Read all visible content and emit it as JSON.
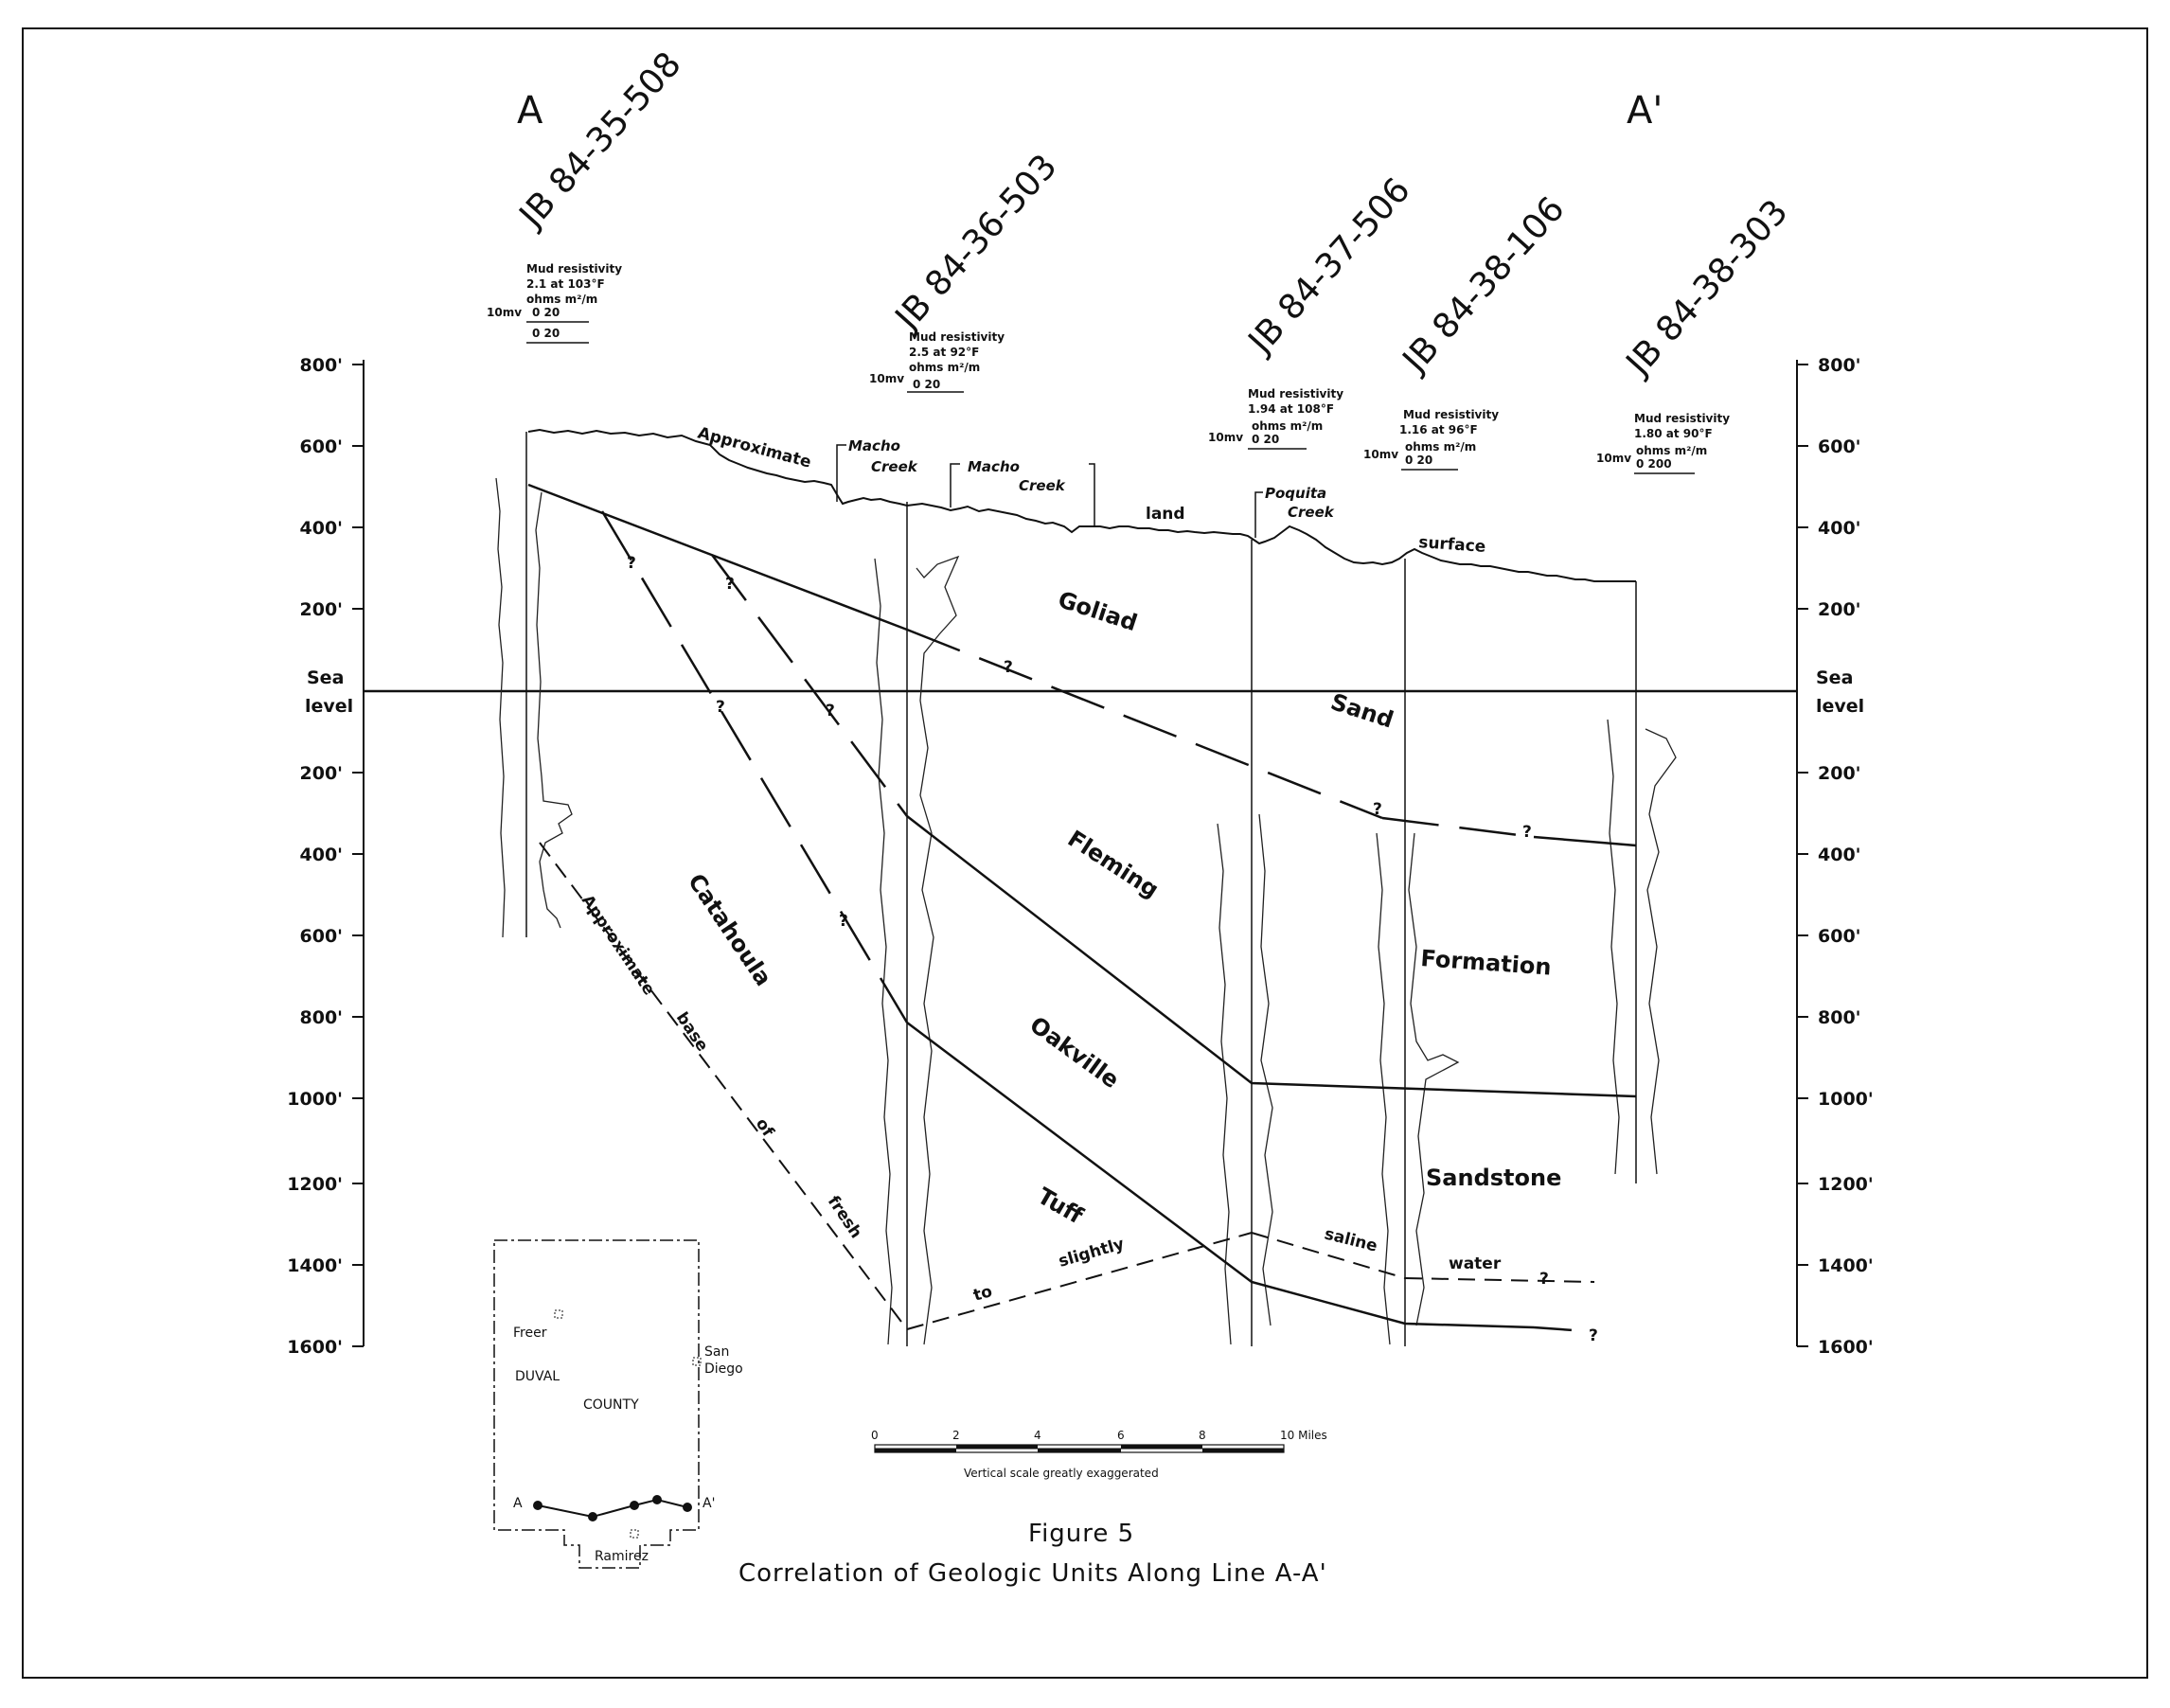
{
  "figure": {
    "number": "Figure 5",
    "title": "Correlation of Geologic Units Along Line A-A'"
  },
  "section_ends": {
    "left": "A",
    "right": "A'"
  },
  "elevation_axis": {
    "ticks": [
      "800'",
      "600'",
      "400'",
      "200'",
      "200'",
      "400'",
      "600'",
      "800'",
      "1000'",
      "1200'",
      "1400'",
      "1600'"
    ],
    "sea_level_label_1": "Sea",
    "sea_level_label_2": "level"
  },
  "wells": [
    {
      "id": "JB 84-35-508",
      "mud_title": "Mud resistivity",
      "mud_value": "2.1 at 103°F",
      "ohms": "ohms m²/m",
      "mv": "10mv",
      "scale_a": "0   20",
      "scale_b": "0   20"
    },
    {
      "id": "JB 84-36-503",
      "mud_title": "Mud resistivity",
      "mud_value": "2.5 at 92°F",
      "ohms": "ohms m²/m",
      "mv": "10mv",
      "scale_a": "0   20",
      "scale_b": ""
    },
    {
      "id": "JB 84-37-506",
      "mud_title": "Mud resistivity",
      "mud_value": "1.94 at 108°F",
      "ohms": "ohms m²/m",
      "mv": "10mv",
      "scale_a": "0   20",
      "scale_b": ""
    },
    {
      "id": "JB 84-38-106",
      "mud_title": "Mud resistivity",
      "mud_value": "1.16 at 96°F",
      "ohms": "ohms m²/m",
      "mv": "10mv",
      "scale_a": "0   20",
      "scale_b": ""
    },
    {
      "id": "JB 84-38-303",
      "mud_title": "Mud resistivity",
      "mud_value": "1.80 at 90°F",
      "ohms": "ohms m²/m",
      "mv": "10mv",
      "scale_a": "0   200",
      "scale_b": ""
    }
  ],
  "surface_labels": {
    "approximate": "Approximate",
    "land": "land",
    "surface": "surface",
    "macho_creek_1a": "Macho",
    "macho_creek_1b": "Creek",
    "macho_creek_2a": "Macho",
    "macho_creek_2b": "Creek",
    "poquita_a": "Poquita",
    "poquita_b": "Creek"
  },
  "units": {
    "goliad": "Goliad",
    "sand": "Sand",
    "fleming": "Fleming",
    "formation": "Formation",
    "oakville": "Oakville",
    "sandstone": "Sandstone",
    "catahoula": "Catahoula",
    "tuff": "Tuff"
  },
  "fresh_water_base": {
    "words": [
      "Approximate",
      "base",
      "of",
      "fresh",
      "to",
      "slightly",
      "saline",
      "water"
    ]
  },
  "question_mark": "?",
  "scale_bar": {
    "ticks": [
      "0",
      "2",
      "4",
      "6",
      "8",
      "10 Miles"
    ],
    "note": "Vertical scale greatly exaggerated"
  },
  "inset_map": {
    "freer": "Freer",
    "duval": "DUVAL",
    "county": "COUNTY",
    "san": "San",
    "diego": "Diego",
    "ramirez": "Ramirez",
    "a_left": "A",
    "a_right": "A'"
  }
}
